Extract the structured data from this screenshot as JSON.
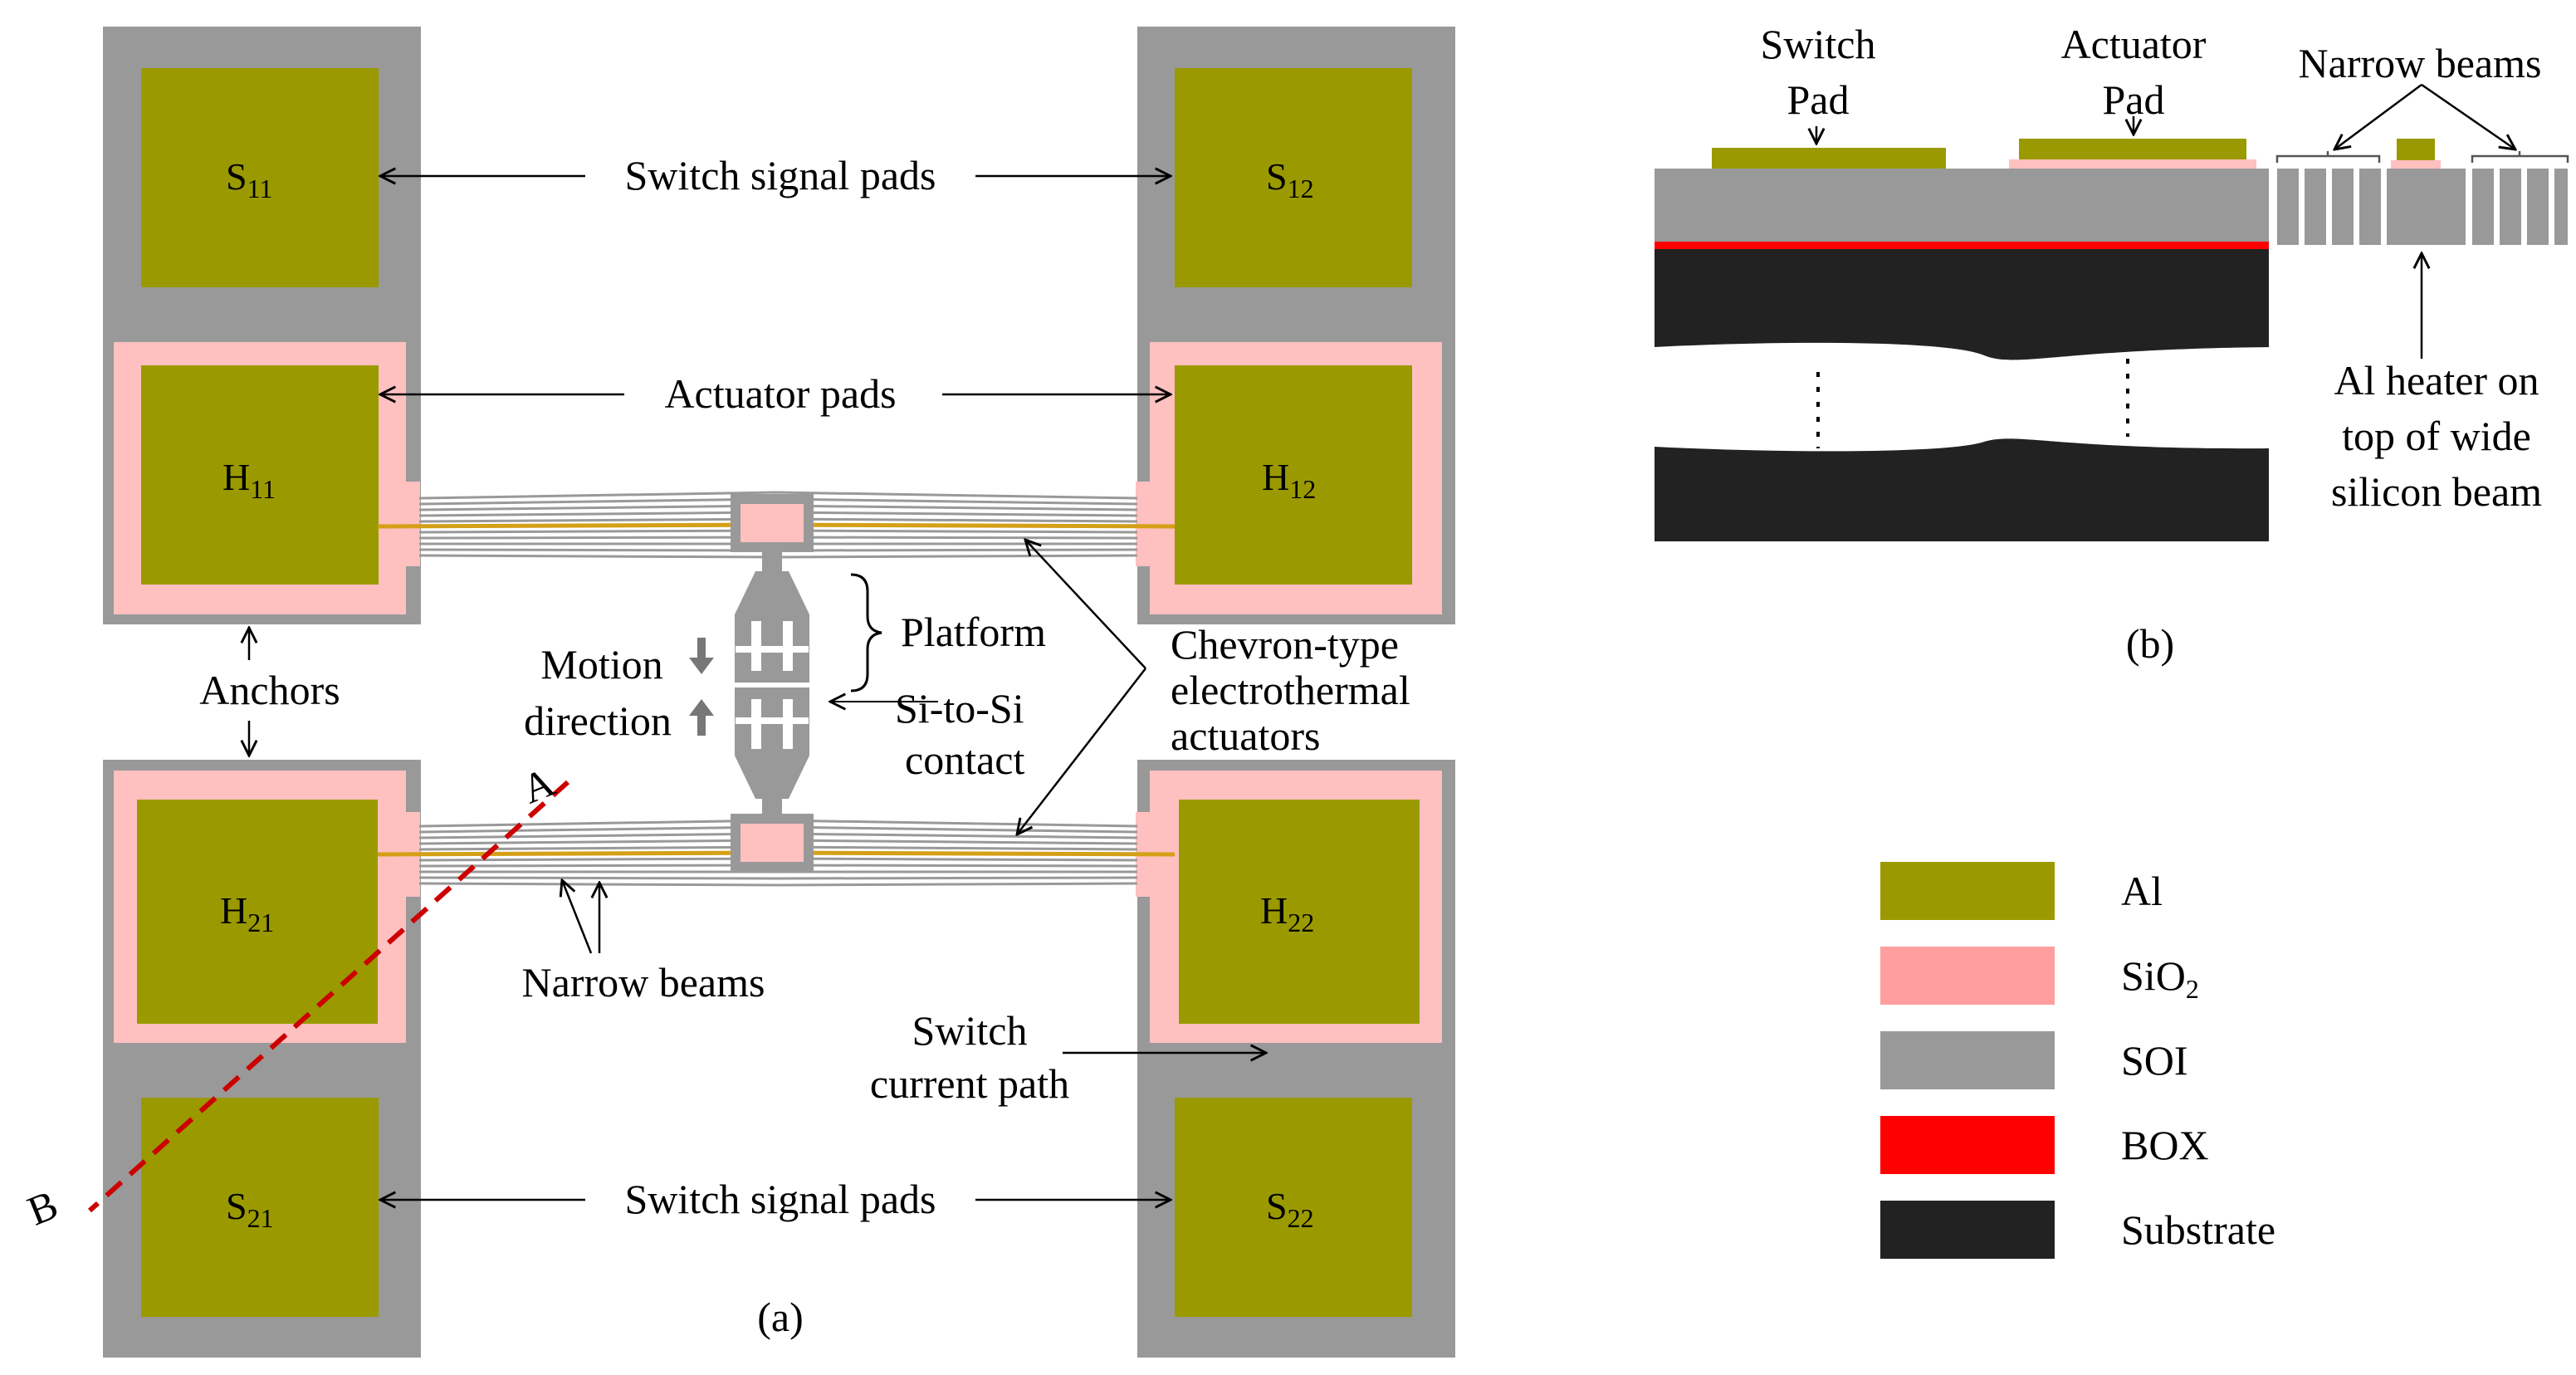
{
  "colors": {
    "al": "#9a9a00",
    "sio2": "#ffc0c0",
    "sio2_legend": "#ff9e9e",
    "soi": "#999999",
    "box": "#ff0000",
    "substrate": "#222222",
    "section_line": "#cc0000",
    "heater": "#d4a017"
  },
  "panel_a": {
    "pads": [
      {
        "main": "S",
        "sub": "11"
      },
      {
        "main": "S",
        "sub": "12"
      },
      {
        "main": "H",
        "sub": "11"
      },
      {
        "main": "H",
        "sub": "12"
      },
      {
        "main": "H",
        "sub": "21"
      },
      {
        "main": "H",
        "sub": "22"
      },
      {
        "main": "S",
        "sub": "21"
      },
      {
        "main": "S",
        "sub": "22"
      }
    ],
    "labels": {
      "switch_signal_pads_top": "Switch signal pads",
      "actuator_pads": "Actuator pads",
      "anchors": "Anchors",
      "motion_1": "Motion",
      "motion_2": "direction",
      "platform": "Platform",
      "contact_1": "Si-to-Si",
      "contact_2": "contact",
      "chevron_1": "Chevron-type",
      "chevron_2": "electrothermal",
      "chevron_3": "actuators",
      "narrow_beams": "Narrow beams",
      "current_1": "Switch",
      "current_2": "current path",
      "switch_signal_pads_bottom": "Switch signal pads",
      "point_a": "A",
      "point_b": "B"
    },
    "caption": "(a)"
  },
  "panel_b": {
    "labels": {
      "switch_pad_1": "Switch",
      "switch_pad_2": "Pad",
      "actuator_pad_1": "Actuator",
      "actuator_pad_2": "Pad",
      "narrow_beams": "Narrow beams",
      "heater_1": "Al heater on",
      "heater_2": "top of wide",
      "heater_3": "silicon beam"
    },
    "caption": "(b)"
  },
  "legend": [
    {
      "label": "Al",
      "sub": "",
      "color_key": "al"
    },
    {
      "label": "SiO",
      "sub": "2",
      "color_key": "sio2_legend"
    },
    {
      "label": "SOI",
      "sub": "",
      "color_key": "soi"
    },
    {
      "label": "BOX",
      "sub": "",
      "color_key": "box"
    },
    {
      "label": "Substrate",
      "sub": "",
      "color_key": "substrate"
    }
  ]
}
